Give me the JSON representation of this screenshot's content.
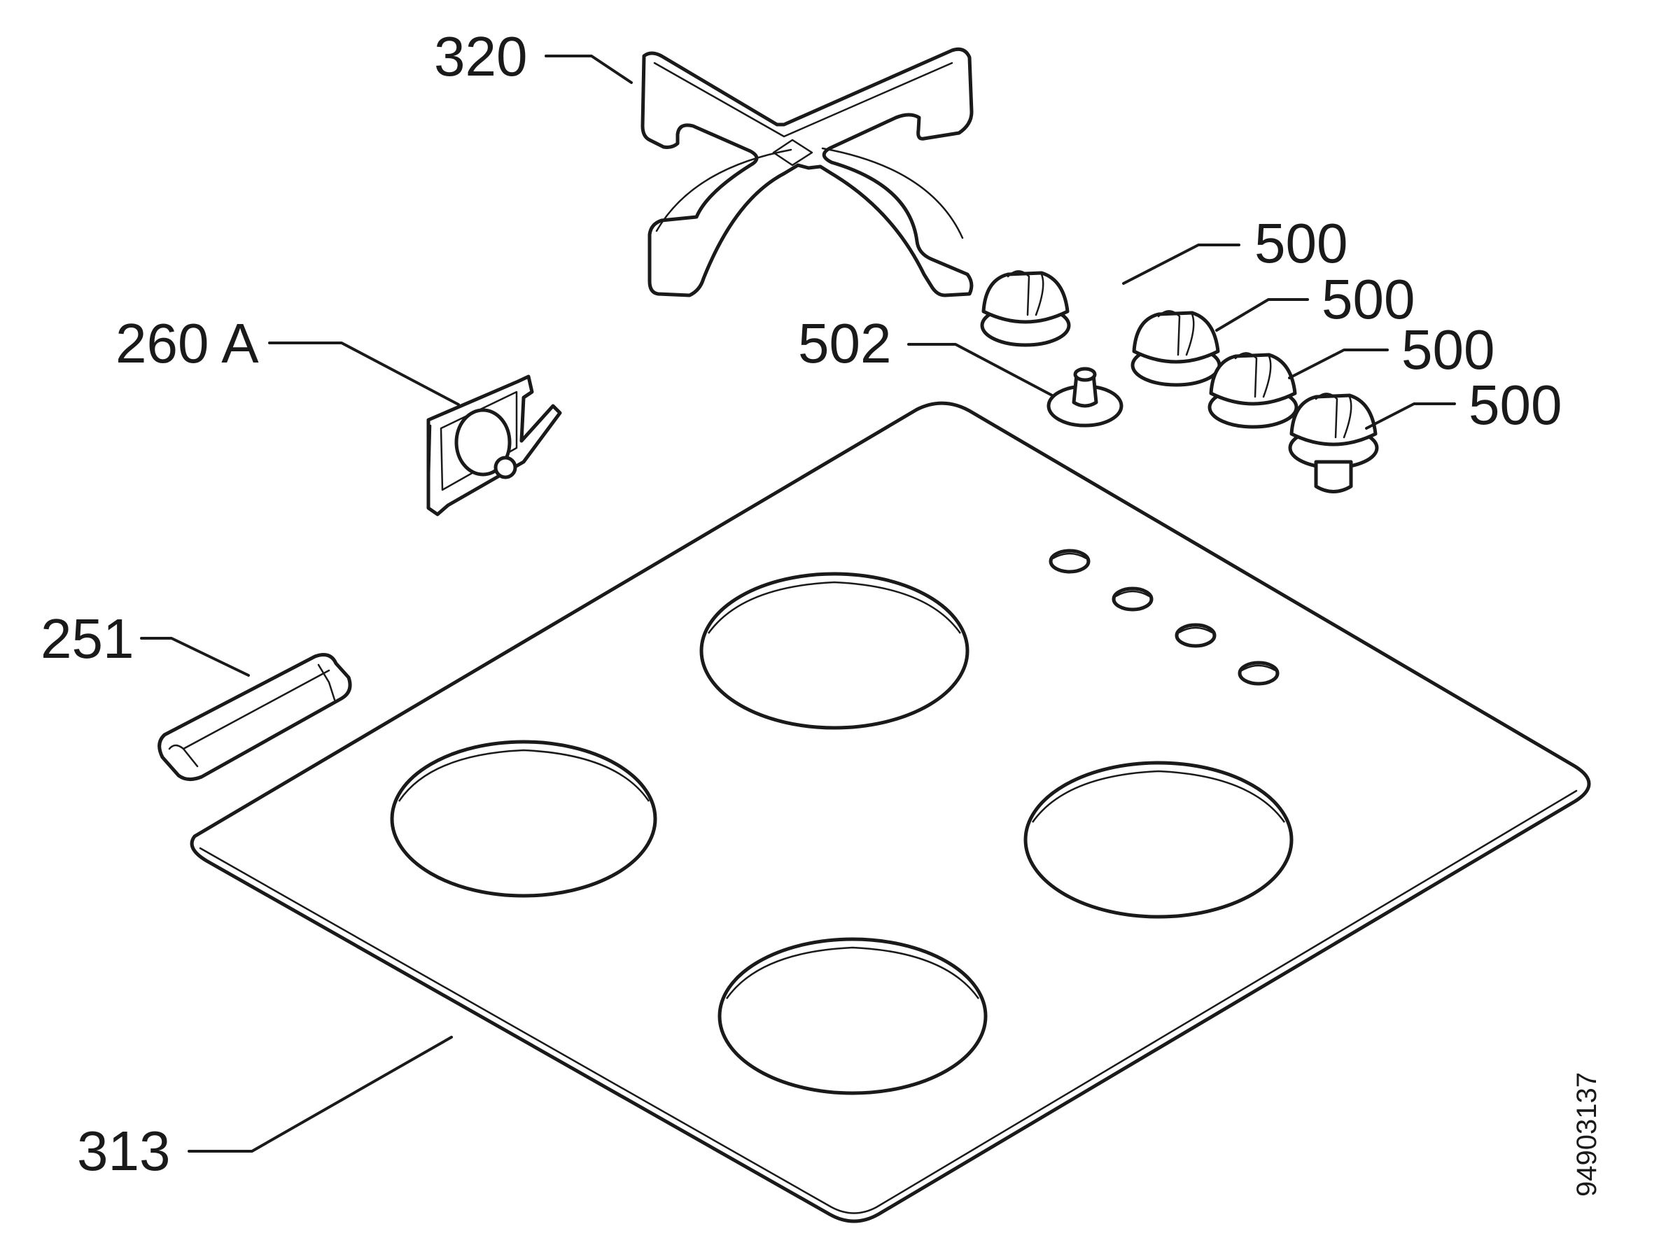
{
  "labels": {
    "grid": "320",
    "clip": "260 A",
    "knob_spindle": "502",
    "knob_1": "500",
    "knob_2": "500",
    "knob_3": "500",
    "knob_4": "500",
    "clamp": "251",
    "hob_top": "313"
  },
  "document_number": "94903137",
  "colors": {
    "ink": "#1a1a1a",
    "paper": "#ffffff"
  }
}
